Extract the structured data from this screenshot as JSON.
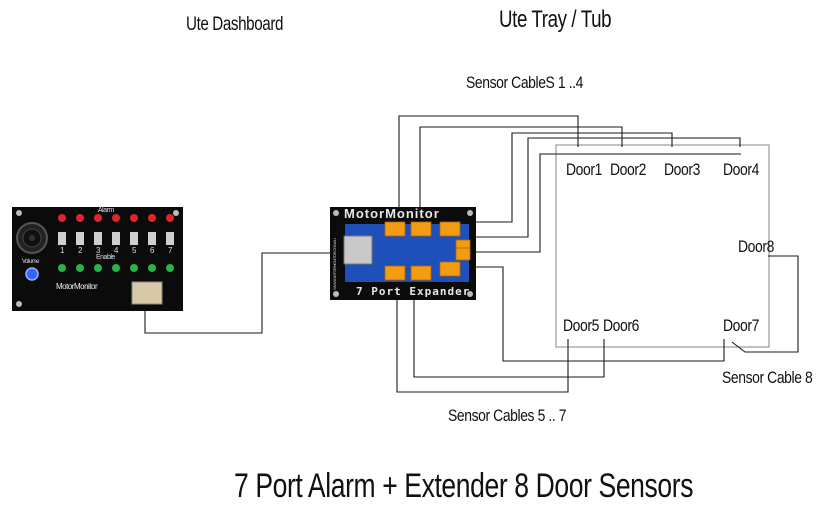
{
  "labels": {
    "dashboard": "Ute Dashboard",
    "tray": "Ute Tray / Tub",
    "sensor_cables_1_4": "Sensor CableS 1 ..4",
    "sensor_cables_5_7": "Sensor Cables 5 .. 7",
    "sensor_cable_8": "Sensor Cable  8",
    "title": "7 Port Alarm + Extender 8 Door Sensors"
  },
  "doors": {
    "door1": "Door1",
    "door2": "Door2",
    "door3": "Door3",
    "door4": "Door4",
    "door5": "Door5",
    "door6": "Door6",
    "door7": "Door7",
    "door8": "Door8"
  },
  "alarm_panel": {
    "alarm_label": "Alarm",
    "enable_label": "Enable",
    "port_numbers": [
      "1",
      "2",
      "3",
      "4",
      "5",
      "6",
      "7"
    ],
    "brand": "MotorMonitor",
    "volume_label": "Volume"
  },
  "expander": {
    "brand": "MotorMonitor",
    "caption": "7 Port Expander",
    "side_text": "WWW.MOTORMONITOR.COM.AU"
  },
  "colors": {
    "panel": "#0b0b0b",
    "alarm_led": "#e0242b",
    "enable_led": "#29b34a",
    "pcb_blue": "#1f4fb8",
    "connector_orange": "#f39c12",
    "wire": "#1a1a1a"
  }
}
